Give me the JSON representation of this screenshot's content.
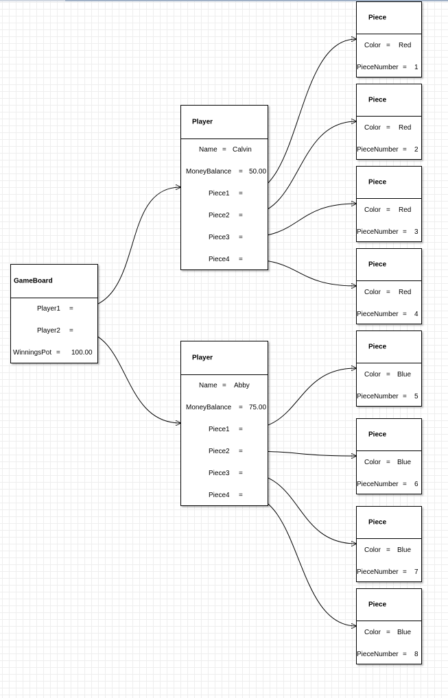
{
  "gameboard": {
    "title": "GameBoard",
    "fields": [
      {
        "key": "Player1",
        "eq": "=",
        "value": ""
      },
      {
        "key": "Player2",
        "eq": "=",
        "value": ""
      },
      {
        "key": "WinningsPot",
        "eq": "=",
        "value": "100.00"
      }
    ]
  },
  "players": [
    {
      "title": "Player",
      "name": {
        "key": "Name",
        "eq": "=",
        "value": "Calvin"
      },
      "money": {
        "key": "MoneyBalance",
        "eq": "=",
        "value": "50.00"
      },
      "pieces": [
        {
          "key": "Piece1",
          "eq": "="
        },
        {
          "key": "Piece2",
          "eq": "="
        },
        {
          "key": "Piece3",
          "eq": "="
        },
        {
          "key": "Piece4",
          "eq": "="
        }
      ]
    },
    {
      "title": "Player",
      "name": {
        "key": "Name",
        "eq": "=",
        "value": "Abby"
      },
      "money": {
        "key": "MoneyBalance",
        "eq": "=",
        "value": "75.00"
      },
      "pieces": [
        {
          "key": "Piece1",
          "eq": "="
        },
        {
          "key": "Piece2",
          "eq": "="
        },
        {
          "key": "Piece3",
          "eq": "="
        },
        {
          "key": "Piece4",
          "eq": "="
        }
      ]
    }
  ],
  "pieces": [
    {
      "title": "Piece",
      "color_key": "Color",
      "eq": "=",
      "color": "Red",
      "num_key": "PieceNumber",
      "num": "1"
    },
    {
      "title": "Piece",
      "color_key": "Color",
      "eq": "=",
      "color": "Red",
      "num_key": "PieceNumber",
      "num": "2"
    },
    {
      "title": "Piece",
      "color_key": "Color",
      "eq": "=",
      "color": "Red",
      "num_key": "PieceNumber",
      "num": "3"
    },
    {
      "title": "Piece",
      "color_key": "Color",
      "eq": "=",
      "color": "Red",
      "num_key": "PieceNumber",
      "num": "4"
    },
    {
      "title": "Piece",
      "color_key": "Color",
      "eq": "=",
      "color": "Blue",
      "num_key": "PieceNumber",
      "num": "5"
    },
    {
      "title": "Piece",
      "color_key": "Color",
      "eq": "=",
      "color": "Blue",
      "num_key": "PieceNumber",
      "num": "6"
    },
    {
      "title": "Piece",
      "color_key": "Color",
      "eq": "=",
      "color": "Blue",
      "num_key": "PieceNumber",
      "num": "7"
    },
    {
      "title": "Piece",
      "color_key": "Color",
      "eq": "=",
      "color": "Blue",
      "num_key": "PieceNumber",
      "num": "8"
    }
  ]
}
